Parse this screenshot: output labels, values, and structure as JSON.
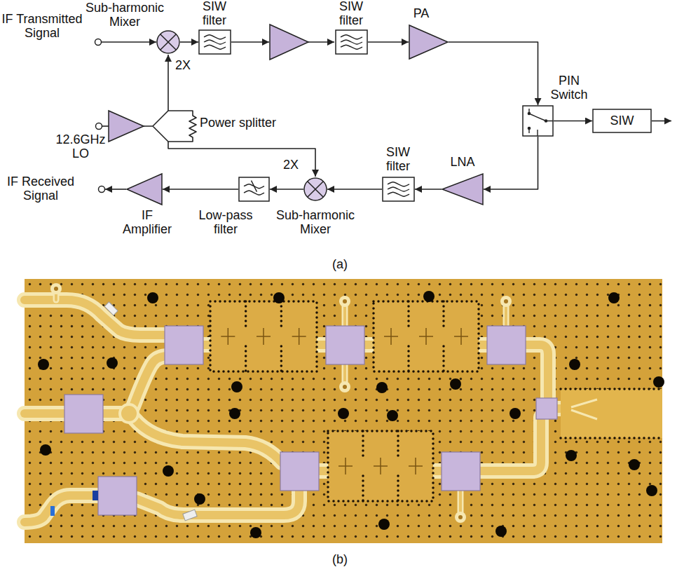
{
  "diagram": {
    "nodes": [
      {
        "text": [
          "IF Transmitted Signal"
        ]
      },
      {
        "text": [
          "Sub-harmonic Mixer"
        ]
      },
      {
        "text": [
          "SIW filter"
        ]
      },
      {
        "text": [
          "SIW filter"
        ]
      },
      {
        "text": [
          "PA"
        ]
      },
      {
        "text": [
          "PIN Switch"
        ]
      },
      {
        "text": [
          "SIW"
        ]
      },
      {
        "text": [
          "LNA"
        ]
      },
      {
        "text": [
          "SIW filter"
        ]
      },
      {
        "text": [
          "Sub-harmonic Mixer"
        ]
      },
      {
        "text": [
          "Low-pass filter"
        ]
      },
      {
        "text": [
          "IF Amplifier"
        ]
      },
      {
        "text": [
          "IF Received Signal"
        ]
      },
      {
        "text": [
          "12.6GHz LO"
        ]
      }
    ],
    "edges": [
      {
        "from": 0,
        "to": 1,
        "arrow": "to"
      },
      {
        "from": 1,
        "to": 2,
        "arrow": "to"
      },
      {
        "from": 3,
        "to": 4,
        "arrow": "to"
      },
      {
        "from": 4,
        "to": 5,
        "arrow": "to"
      },
      {
        "from": 5,
        "to": 6,
        "arrow": "to"
      },
      {
        "from": 5,
        "to": 7,
        "arrow": "to"
      },
      {
        "from": 7,
        "to": 8,
        "arrow": "to"
      },
      {
        "from": 8,
        "to": 9,
        "arrow": "to"
      },
      {
        "from": 9,
        "to": 10,
        "arrow": "to"
      },
      {
        "from": 10,
        "to": 11,
        "arrow": "to"
      },
      {
        "from": 11,
        "to": 12,
        "arrow": "to"
      }
    ],
    "labels": [
      "2X",
      "2X",
      "Power splitter",
      "(a)",
      "(b)"
    ]
  }
}
